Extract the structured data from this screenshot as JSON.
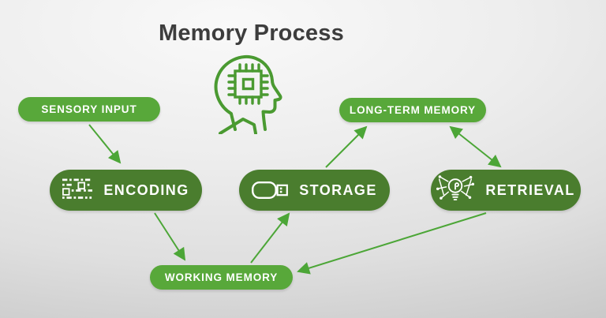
{
  "title": "Memory Process",
  "center_icon": "head-with-chip-icon",
  "colors": {
    "pill_light_green": "#58a83a",
    "pill_dark_green": "#4a7d2e",
    "arrow_green": "#4ca637",
    "title_text": "#3d3d3d",
    "pill_text": "#ffffff"
  },
  "nodes": [
    {
      "id": "sensory-input",
      "label": "SENSORY INPUT",
      "variant": "light",
      "icon": null
    },
    {
      "id": "long-term-memory",
      "label": "LONG-TERM MEMORY",
      "variant": "light",
      "icon": null
    },
    {
      "id": "encoding",
      "label": "ENCODING",
      "variant": "dark",
      "icon": "encoding-matrix-icon"
    },
    {
      "id": "storage",
      "label": "STORAGE",
      "variant": "dark",
      "icon": "usb-drive-icon"
    },
    {
      "id": "retrieval",
      "label": "RETRIEVAL",
      "variant": "dark",
      "icon": "idea-network-icon"
    },
    {
      "id": "working-memory",
      "label": "WORKING MEMORY",
      "variant": "light",
      "icon": null
    }
  ],
  "edges": [
    {
      "from": "sensory-input",
      "to": "encoding",
      "direction": "forward"
    },
    {
      "from": "encoding",
      "to": "working-memory",
      "direction": "forward"
    },
    {
      "from": "working-memory",
      "to": "storage",
      "direction": "forward"
    },
    {
      "from": "storage",
      "to": "long-term-memory",
      "direction": "forward"
    },
    {
      "from": "long-term-memory",
      "to": "retrieval",
      "direction": "both"
    },
    {
      "from": "retrieval",
      "to": "working-memory",
      "direction": "forward"
    }
  ]
}
